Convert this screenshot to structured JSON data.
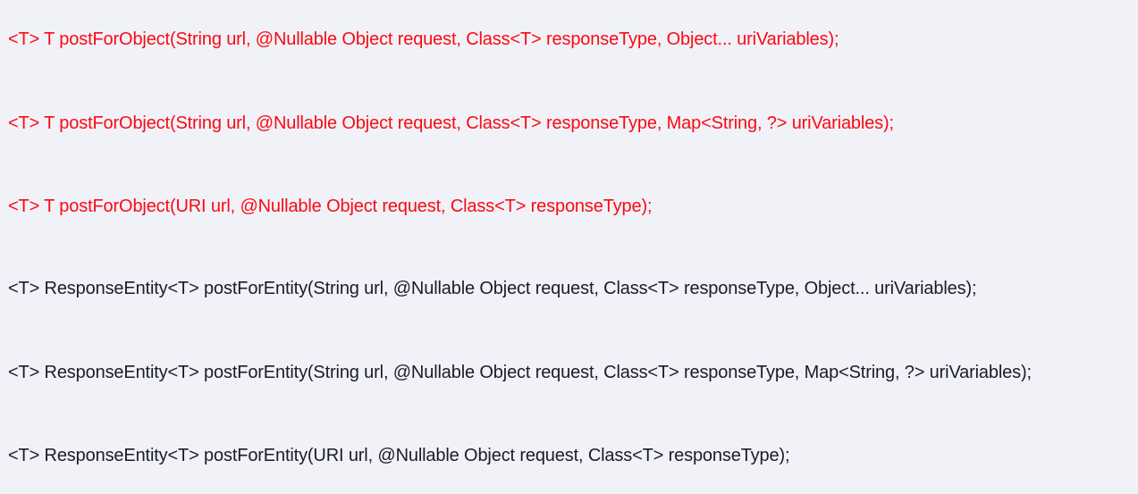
{
  "page": {
    "background_color": "#f1f2f8",
    "red_color": "#fa0a14",
    "dark_color": "#1b1b2b"
  },
  "code": {
    "lines": [
      {
        "text": "<T> T postForObject(String url, @Nullable Object request, Class<T> responseType, Object... uriVariables);",
        "color": "red"
      },
      {
        "text": "<T> T postForObject(String url, @Nullable Object request, Class<T> responseType, Map<String, ?> uriVariables);",
        "color": "red"
      },
      {
        "text": "<T> T postForObject(URI url, @Nullable Object request, Class<T> responseType);",
        "color": "red"
      },
      {
        "text": "<T> ResponseEntity<T> postForEntity(String url, @Nullable Object request, Class<T> responseType, Object... uriVariables);",
        "color": "dark"
      },
      {
        "text": "<T> ResponseEntity<T> postForEntity(String url, @Nullable Object request, Class<T> responseType, Map<String, ?> uriVariables);",
        "color": "dark"
      },
      {
        "text": "<T> ResponseEntity<T> postForEntity(URI url, @Nullable Object request, Class<T> responseType);",
        "color": "dark"
      }
    ]
  }
}
